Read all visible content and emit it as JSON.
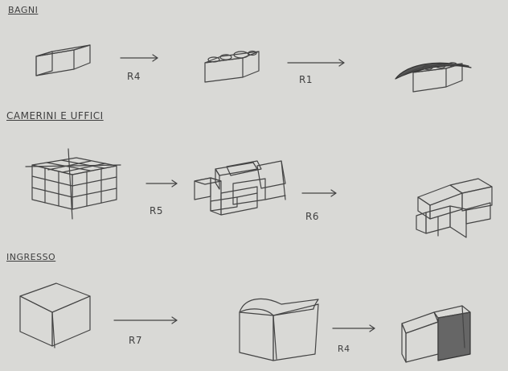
{
  "sections": [
    {
      "heading": "BAGNI",
      "steps": [
        {
          "label": "R4",
          "object": "box-block-icon"
        },
        {
          "label": "R1",
          "object": "box-with-holes-icon"
        },
        {
          "object": "box-with-canopy-icon"
        }
      ]
    },
    {
      "heading": "CAMERINI E UFFICI",
      "steps": [
        {
          "label": "R5",
          "object": "gridded-cube-icon"
        },
        {
          "label": "R6",
          "object": "stacked-blocks-icon"
        },
        {
          "object": "stacked-blocks-small-icon"
        }
      ]
    },
    {
      "heading": "INGRESSO",
      "steps": [
        {
          "label": "R7",
          "object": "cube-icon"
        },
        {
          "label": "R4",
          "object": "curved-top-box-icon"
        },
        {
          "object": "cut-open-box-icon"
        }
      ]
    }
  ],
  "colors": {
    "paper": "#d9d9d6",
    "pencil": "#3f3f3f"
  }
}
